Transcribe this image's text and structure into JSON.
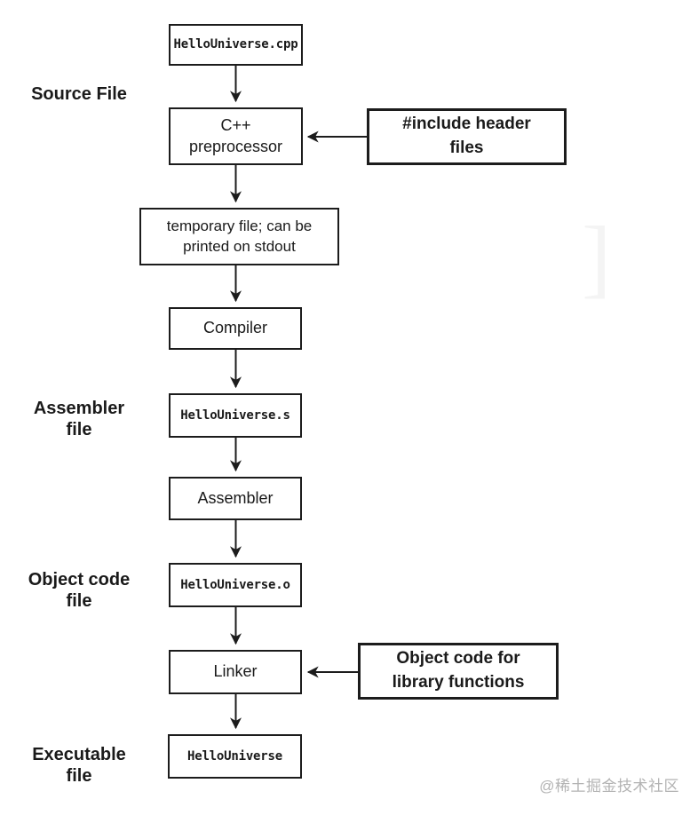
{
  "diagram": {
    "nodes": {
      "cpp": {
        "label": "HelloUniverse.cpp"
      },
      "preprocessor": {
        "label": "C++\npreprocessor"
      },
      "temp": {
        "label": "temporary file; can be\nprinted on stdout"
      },
      "compiler": {
        "label": "Compiler"
      },
      "asm_file": {
        "label": "HelloUniverse.s"
      },
      "assembler": {
        "label": "Assembler"
      },
      "obj_file": {
        "label": "HelloUniverse.o"
      },
      "linker": {
        "label": "Linker"
      },
      "exe": {
        "label": "HelloUniverse"
      }
    },
    "side_nodes": {
      "include": {
        "label": "#include header\nfiles"
      },
      "objlib": {
        "label": "Object code for\nlibrary functions"
      }
    },
    "stage_labels": {
      "source": "Source File",
      "assembler": "Assembler\nfile",
      "object": "Object code\nfile",
      "executable": "Executable\nfile"
    },
    "colors": {
      "line": "#1c1c1c",
      "text": "#1a1a1a",
      "watermark": "#b3b3b3"
    }
  },
  "artifacts": {
    "bracket": "]"
  },
  "watermark": "@稀土掘金技术社区"
}
